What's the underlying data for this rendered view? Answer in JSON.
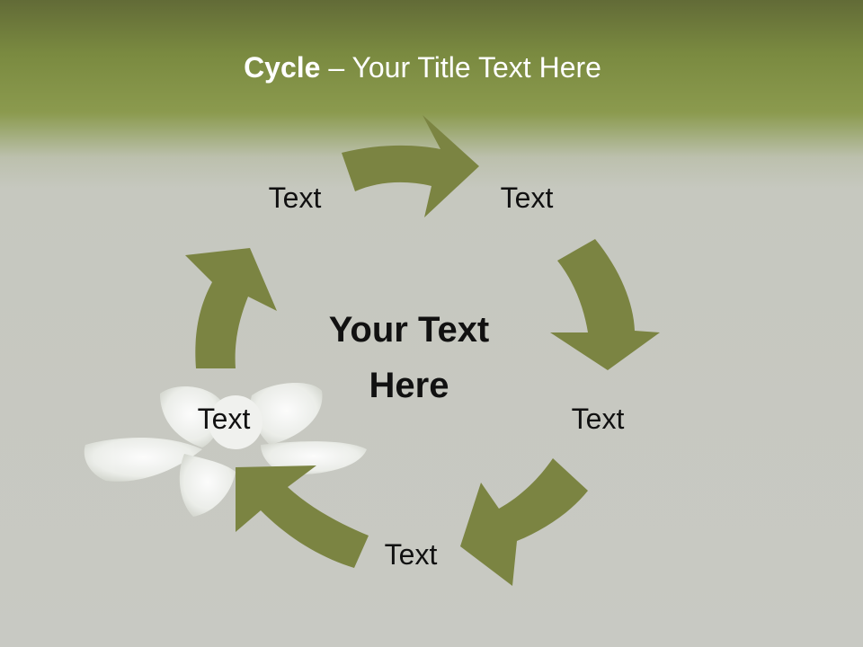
{
  "slide": {
    "title_bold": "Cycle",
    "title_rest": " – Your Title Text Here",
    "center_line1": "Your Text",
    "center_line2": "Here",
    "nodes": [
      {
        "label": "Text"
      },
      {
        "label": "Text"
      },
      {
        "label": "Text"
      },
      {
        "label": "Text"
      },
      {
        "label": "Text"
      }
    ]
  },
  "colors": {
    "arrow": "#7b8442",
    "title_text": "#ffffff",
    "body_text": "#111111"
  },
  "icons": [
    "flower-image"
  ]
}
